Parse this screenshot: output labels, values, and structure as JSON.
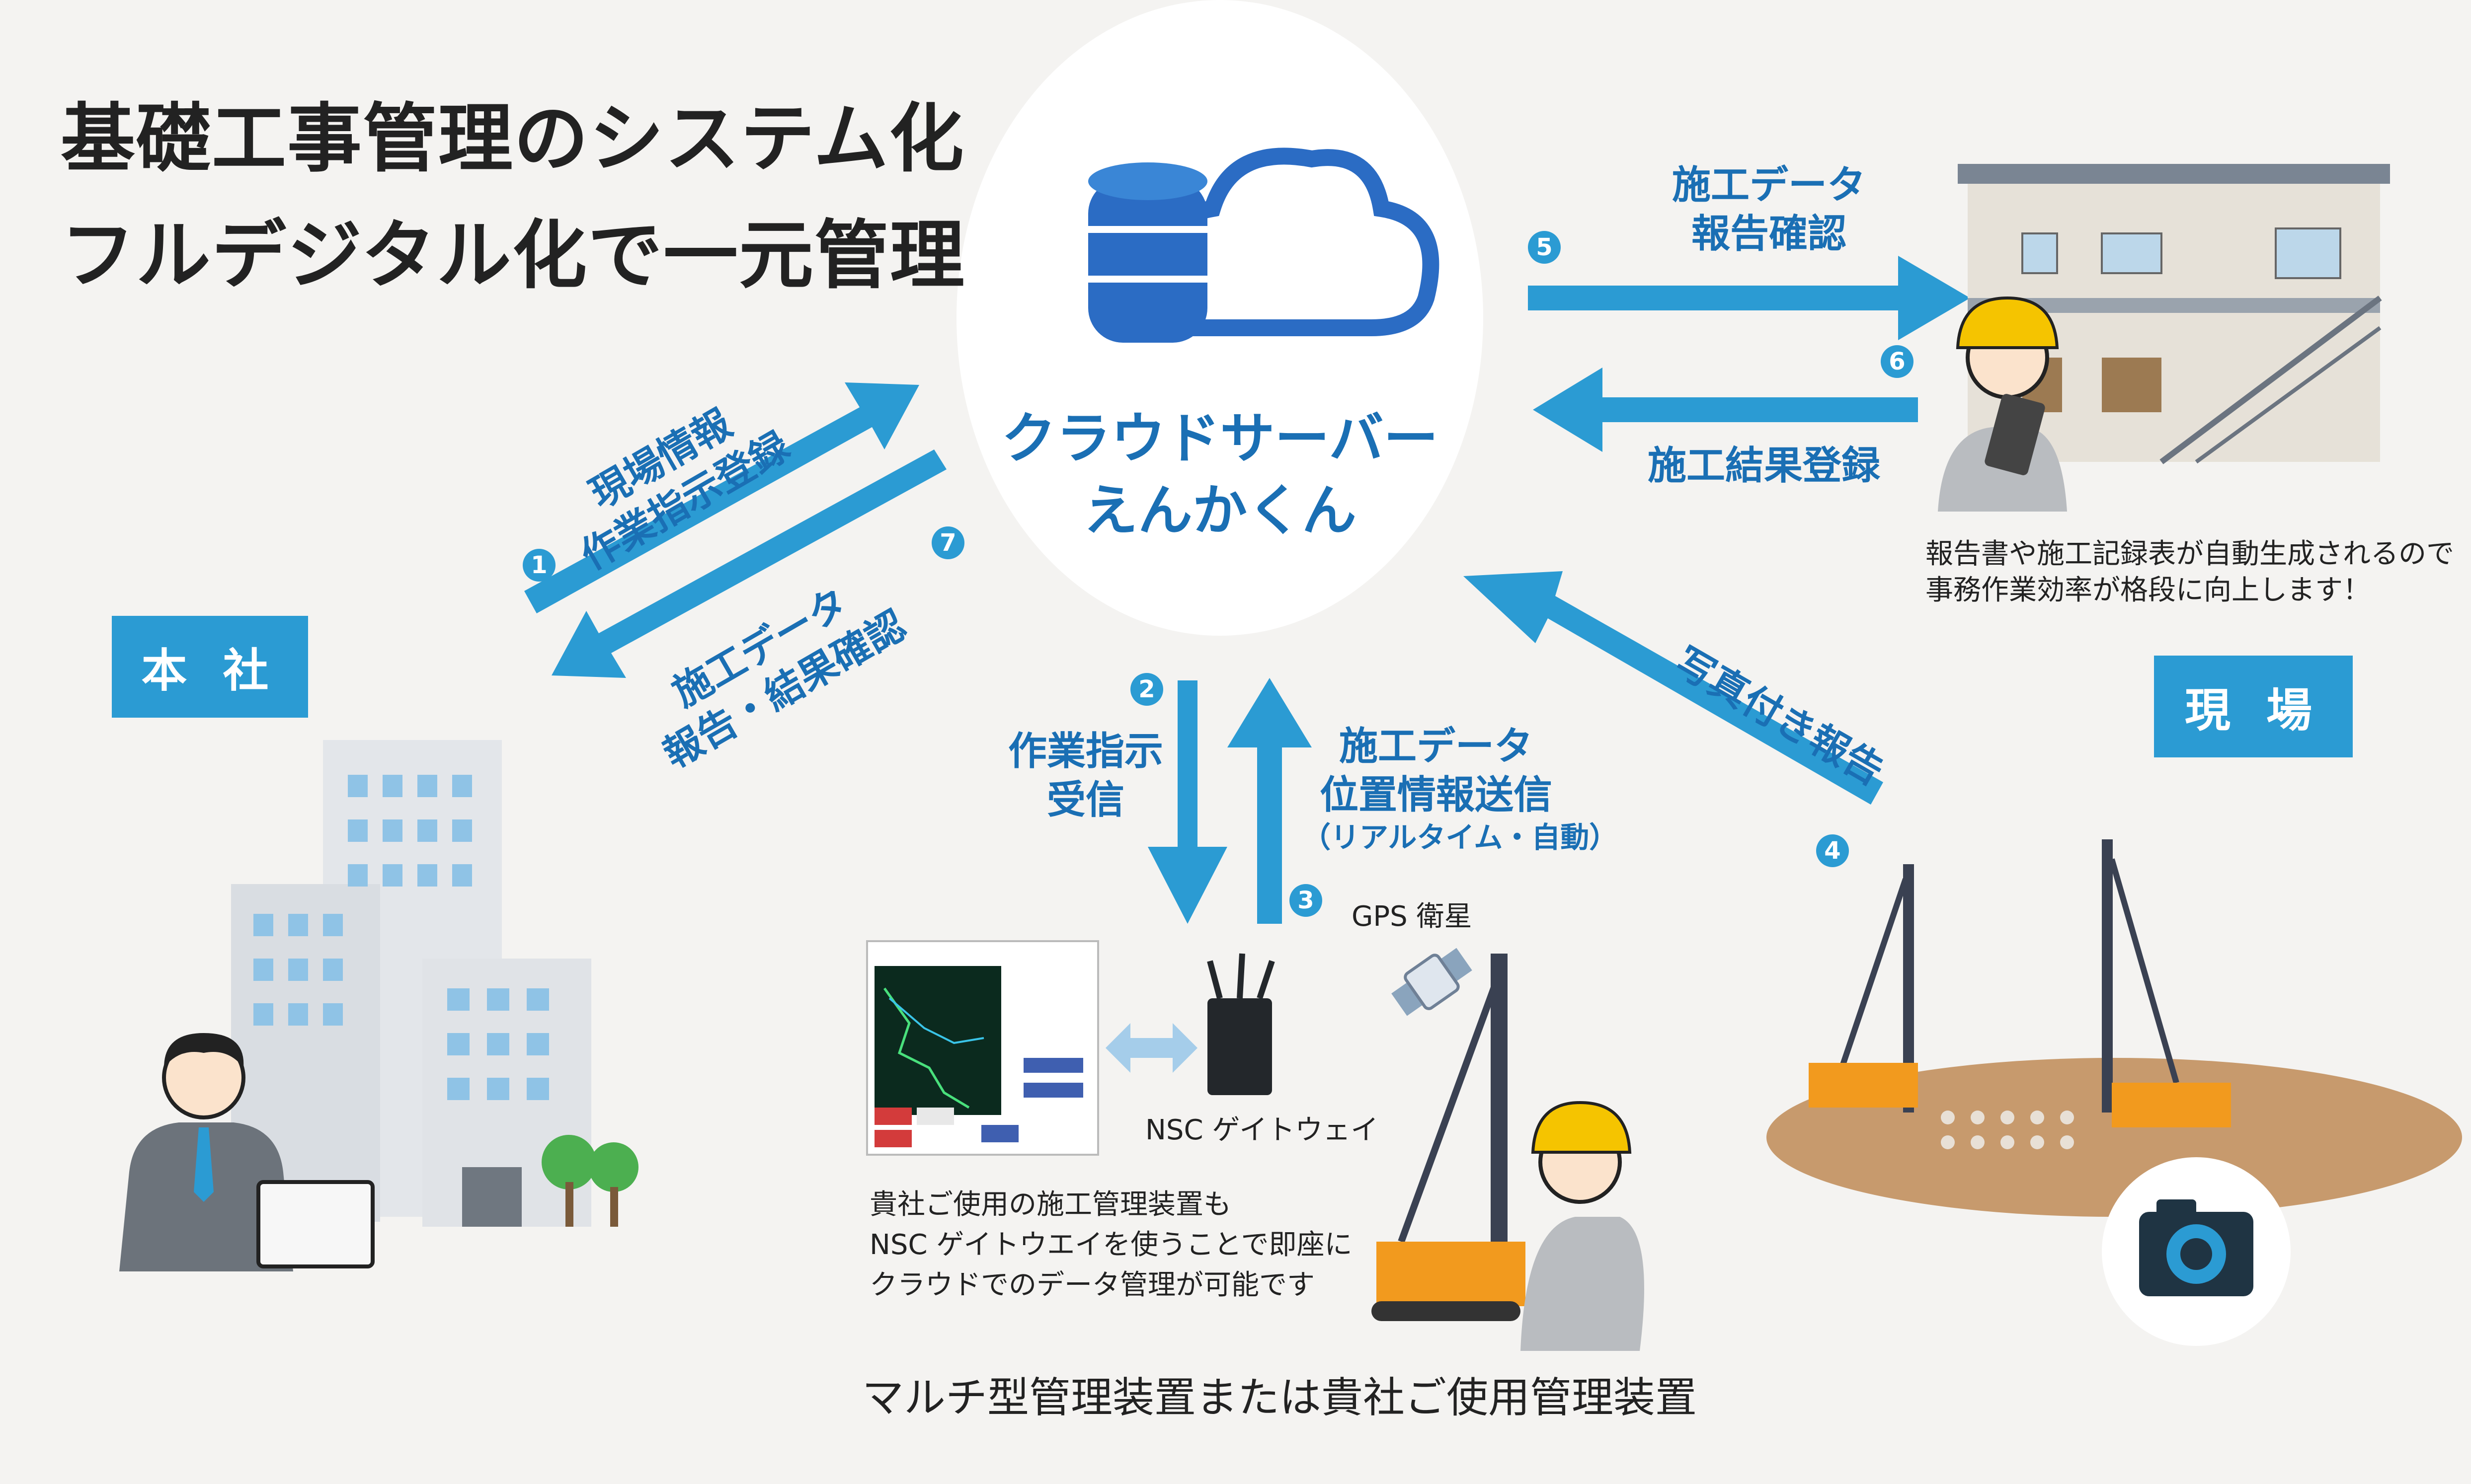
{
  "title": {
    "line1": "基礎工事管理のシステム化",
    "line2": "フルデジタル化で一元管理"
  },
  "cloud": {
    "name_line1": "クラウドサーバー",
    "name_line2": "えんかくん"
  },
  "locations": {
    "head_office": "本 社",
    "site": "現 場"
  },
  "flows": [
    {
      "number": "1",
      "line1": "現場情報",
      "line2": "作業指示登録"
    },
    {
      "number": "2",
      "line1": "作業指示",
      "line2": "受信"
    },
    {
      "number": "3",
      "line1": "施工データ",
      "line2": "位置情報送信",
      "line3": "（リアルタイム・自動）"
    },
    {
      "number": "4",
      "line1": "写真付き報告"
    },
    {
      "number": "5",
      "line1": "施工データ",
      "line2": "報告確認"
    },
    {
      "number": "6",
      "line1": "施工結果登録"
    },
    {
      "number": "7",
      "line1": "施工データ",
      "line2": "報告・結果確認"
    }
  ],
  "site_note": {
    "line1": "報告書や施工記録表が自動生成されるので",
    "line2": "事務作業効率が格段に向上します！"
  },
  "gateway": {
    "gps_label": "GPS 衛星",
    "gateway_label": "NSC ゲイトウェイ",
    "note_line1": "貴社ご使用の施工管理装置も",
    "note_line2": "NSC ゲイトウエイを使うことで即座に",
    "note_line3": "クラウドでのデータ管理が可能です"
  },
  "bottom_caption": "マルチ型管理装置または貴社ご使用管理装置",
  "colors": {
    "accent_blue": "#2b9bd3",
    "label_blue": "#1a6fb4",
    "background": "#f4f3f1"
  }
}
